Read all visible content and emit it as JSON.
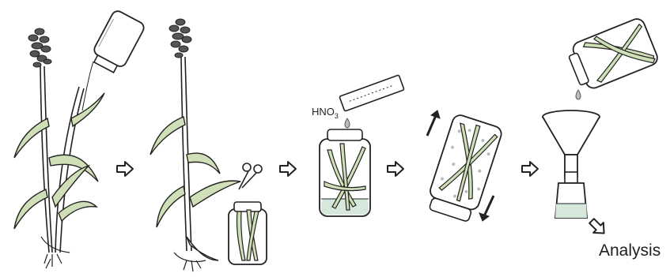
{
  "labels": {
    "acid": "HNO",
    "acid_subscript": "3",
    "final_step": "Analysis"
  },
  "steps": [
    {
      "id": "rinse-plant",
      "icon": "wash-bottle-icon"
    },
    {
      "id": "cut-plant",
      "icon": "scissors-icon"
    },
    {
      "id": "add-acid",
      "icon": "pipette-icon"
    },
    {
      "id": "shake-jar",
      "icon": "shake-arrows-icon"
    },
    {
      "id": "filter",
      "icon": "funnel-icon"
    },
    {
      "id": "analysis",
      "icon": "outline-arrow-icon"
    }
  ],
  "colors": {
    "ink": "#222222",
    "leaf": "#cfe0b8",
    "liquid": "#d6e8dc",
    "glass": "#ffffff"
  }
}
